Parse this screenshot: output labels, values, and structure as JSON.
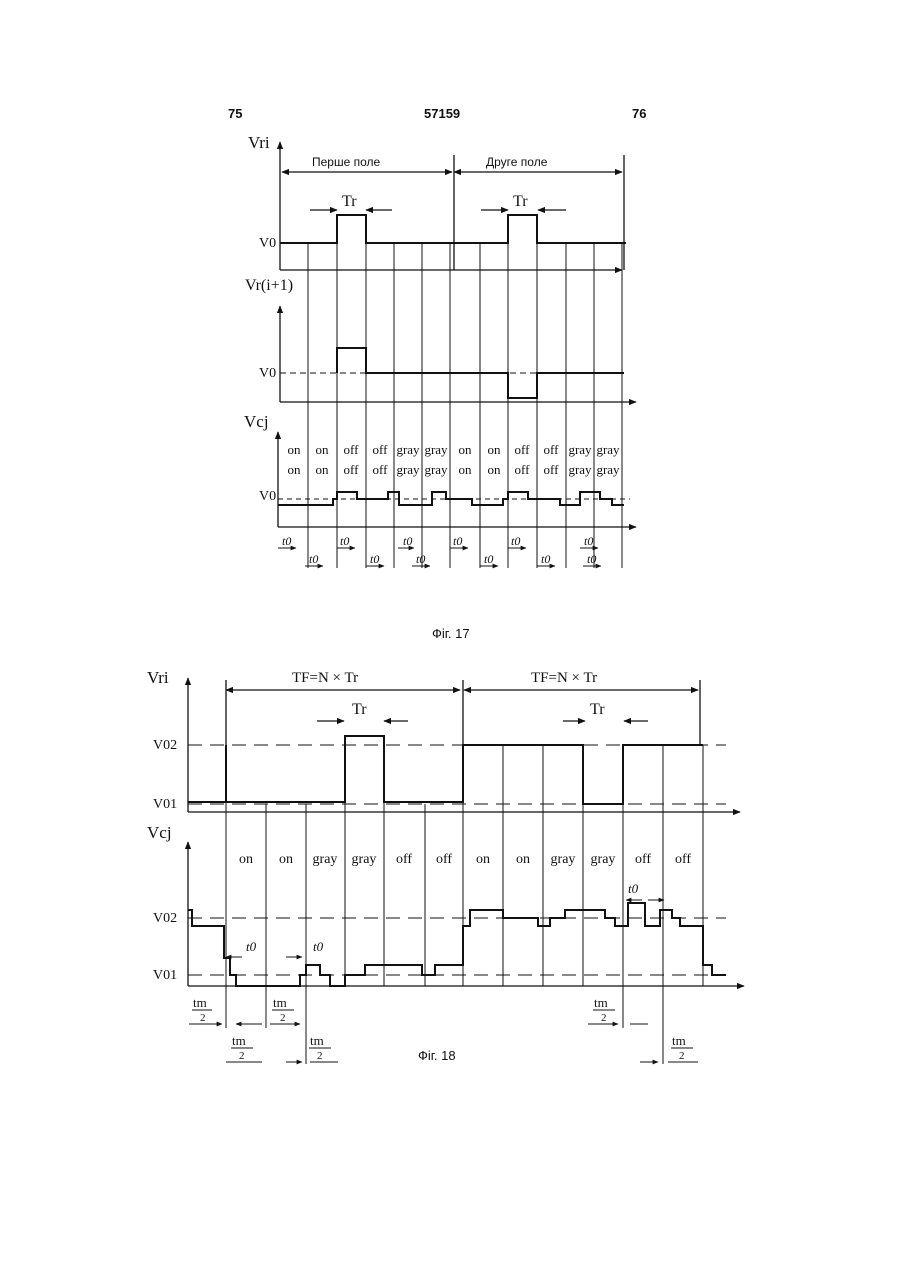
{
  "header": {
    "page_left": "75",
    "doc_number": "57159",
    "page_right": "76"
  },
  "fig17": {
    "caption": "Фіг. 17",
    "y_label_top": "Vri",
    "y_label_mid": "Vr(i+1)",
    "y_label_bottom": "Vcj",
    "v0": "V0",
    "field1": "Перше поле",
    "field2": "Друге поле",
    "tr": "Tr",
    "t0": "t0",
    "row1": [
      "on",
      "on",
      "off",
      "off",
      "gray",
      "gray",
      "on",
      "on",
      "off",
      "off",
      "gray",
      "gray"
    ],
    "row2": [
      "on",
      "on",
      "off",
      "off",
      "gray",
      "gray",
      "on",
      "on",
      "off",
      "off",
      "gray",
      "gray"
    ]
  },
  "fig18": {
    "caption": "Фіг. 18",
    "y_label_top": "Vri",
    "y_label_bottom": "Vcj",
    "v01": "V01",
    "v02": "V02",
    "tf": "TF=N × Tr",
    "tr": "Tr",
    "t0": "t0",
    "tm": "tm",
    "tm_den": "2",
    "cells": [
      "on",
      "on",
      "gray",
      "gray",
      "off",
      "off",
      "on",
      "on",
      "gray",
      "gray",
      "off",
      "off"
    ]
  }
}
